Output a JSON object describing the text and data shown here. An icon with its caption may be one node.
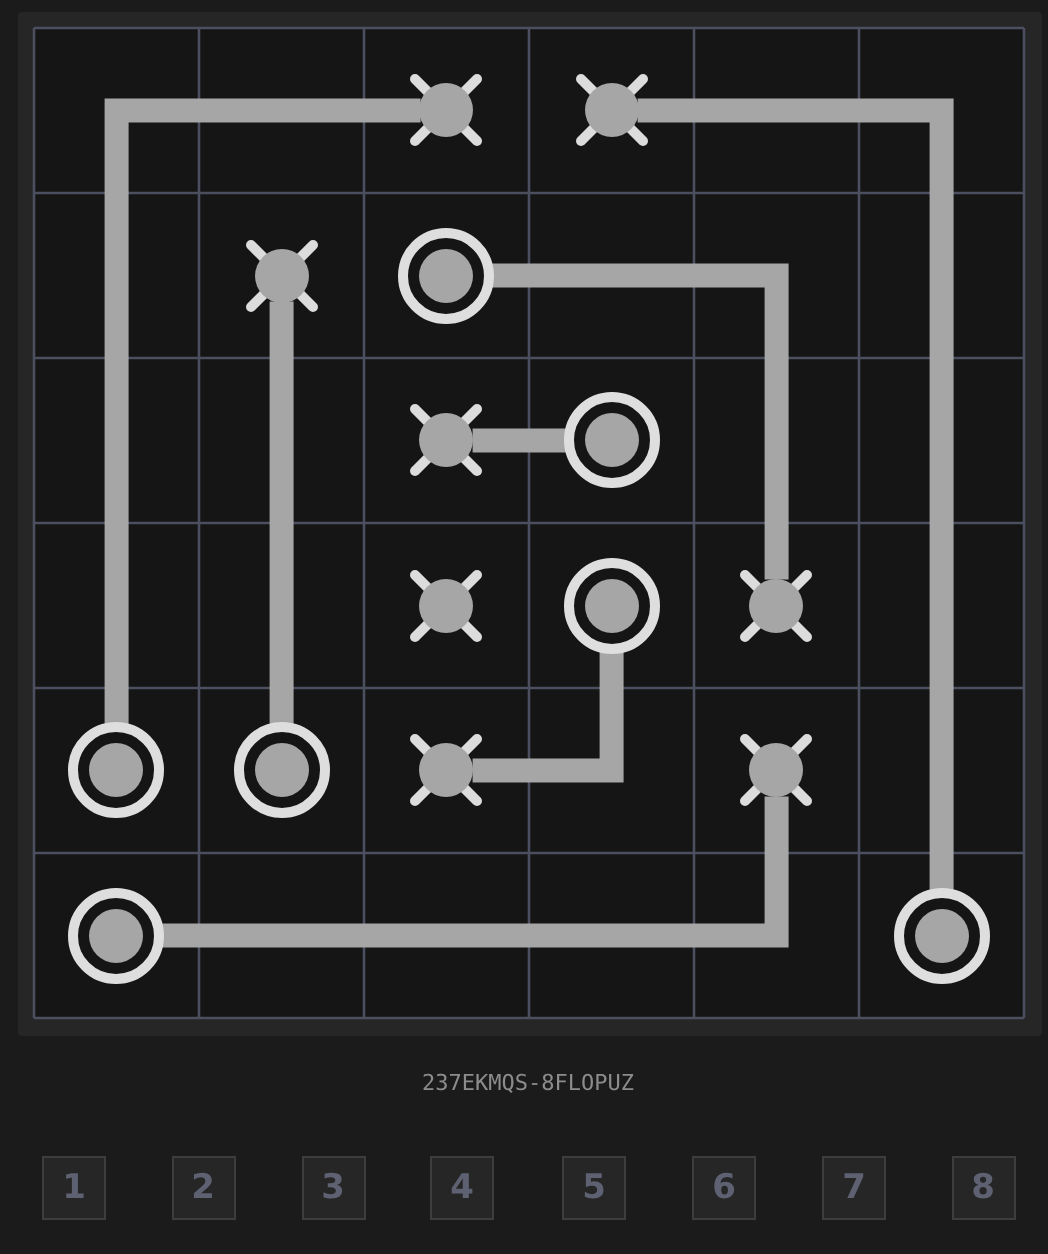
{
  "diagram": {
    "nodes": [
      {
        "text": [],
        "shape": "dot"
      },
      {
        "text": [],
        "shape": "dot"
      },
      {
        "text": [],
        "shape": "dot"
      },
      {
        "text": [],
        "shape": "circle"
      },
      {
        "text": [],
        "shape": "dot"
      },
      {
        "text": [],
        "shape": "circle"
      },
      {
        "text": [],
        "shape": "dot"
      },
      {
        "text": [],
        "shape": "circle"
      },
      {
        "text": [],
        "shape": "dot"
      },
      {
        "text": [],
        "shape": "circle"
      },
      {
        "text": [],
        "shape": "circle"
      },
      {
        "text": [],
        "shape": "dot"
      },
      {
        "text": [],
        "shape": "dot"
      },
      {
        "text": [],
        "shape": "circle"
      },
      {
        "text": [],
        "shape": "circle"
      },
      {
        "text": [
          "1"
        ]
      },
      {
        "text": [
          "2"
        ]
      },
      {
        "text": [
          "3"
        ]
      },
      {
        "text": [
          "4"
        ]
      },
      {
        "text": [
          "5"
        ]
      },
      {
        "text": [
          "6"
        ]
      },
      {
        "text": [
          "7"
        ]
      },
      {
        "text": [
          "8"
        ]
      }
    ],
    "edges": [
      {
        "from": 9,
        "to": 0,
        "arrow": "none"
      },
      {
        "from": 1,
        "to": 14,
        "arrow": "none"
      },
      {
        "from": 2,
        "to": 10,
        "arrow": "none"
      },
      {
        "from": 3,
        "to": 8,
        "arrow": "none"
      },
      {
        "from": 4,
        "to": 5,
        "arrow": "none"
      },
      {
        "from": 7,
        "to": 11,
        "arrow": "none"
      },
      {
        "from": 13,
        "to": 12,
        "arrow": "none"
      }
    ],
    "labels": [
      "237EKMQS-8FLOPUZ"
    ]
  }
}
